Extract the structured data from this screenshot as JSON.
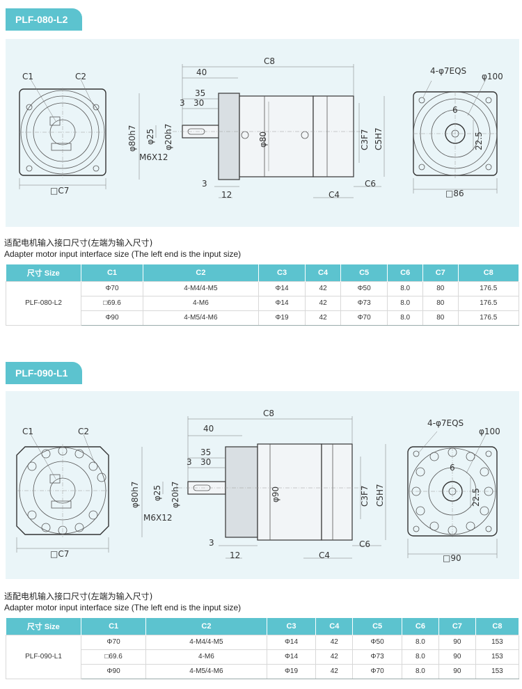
{
  "sections": [
    {
      "tab": "PLF-080-L2",
      "caption_cn": "适配电机输入接口尺寸(左端为输入尺寸)",
      "caption_en": "Adapter motor input interface size (The left end is the input size)",
      "drawing": {
        "left": {
          "c1": "C1",
          "c2": "C2",
          "c7": "□C7"
        },
        "side": {
          "c8": "C8",
          "d40": "40",
          "d35": "35",
          "d3a": "3",
          "d30": "30",
          "phi80h7": "φ80h7",
          "phi25": "φ25",
          "phi20h7": "φ20h7",
          "m6x12": "M6X12",
          "phi80": "φ80",
          "c3f7": "C3F7",
          "c5h7": "C5H7",
          "d3b": "3",
          "d12": "12",
          "c4": "C4",
          "c6": "C6"
        },
        "right": {
          "eqs": "4-φ7EQS",
          "phi100": "φ100",
          "d6": "6",
          "d225": "22.5",
          "sq": "□86"
        }
      },
      "table": {
        "headers": [
          "尺寸 Size",
          "C1",
          "C2",
          "C3",
          "C4",
          "C5",
          "C6",
          "C7",
          "C8"
        ],
        "model": "PLF-080-L2",
        "rows": [
          [
            "Φ70",
            "4-M4/4-M5",
            "Φ14",
            "42",
            "Φ50",
            "8.0",
            "80",
            "176.5"
          ],
          [
            "□69.6",
            "4-M6",
            "Φ14",
            "42",
            "Φ73",
            "8.0",
            "80",
            "176.5"
          ],
          [
            "Φ90",
            "4-M5/4-M6",
            "Φ19",
            "42",
            "Φ70",
            "8.0",
            "80",
            "176.5"
          ]
        ]
      }
    },
    {
      "tab": "PLF-090-L1",
      "caption_cn": "适配电机输入接口尺寸(左端为输入尺寸)",
      "caption_en": "Adapter motor input interface size (The left end is the input size)",
      "drawing": {
        "left": {
          "c1": "C1",
          "c2": "C2",
          "c7": "□C7"
        },
        "side": {
          "c8": "C8",
          "d40": "40",
          "d35": "35",
          "d3a": "3",
          "d30": "30",
          "phi80h7": "φ80h7",
          "phi25": "φ25",
          "phi20h7": "φ20h7",
          "m6x12": "M6X12",
          "phi80": "φ90",
          "c3f7": "C3F7",
          "c5h7": "C5H7",
          "d3b": "3",
          "d12": "12",
          "c4": "C4",
          "c6": "C6"
        },
        "right": {
          "eqs": "4-φ7EQS",
          "phi100": "φ100",
          "d6": "6",
          "d225": "22.5",
          "sq": "□90"
        }
      },
      "table": {
        "headers": [
          "尺寸 Size",
          "C1",
          "C2",
          "C3",
          "C4",
          "C5",
          "C6",
          "C7",
          "C8"
        ],
        "model": "PLF-090-L1",
        "rows": [
          [
            "Φ70",
            "4-M4/4-M5",
            "Φ14",
            "42",
            "Φ50",
            "8.0",
            "90",
            "153"
          ],
          [
            "□69.6",
            "4-M6",
            "Φ14",
            "42",
            "Φ73",
            "8.0",
            "90",
            "153"
          ],
          [
            "Φ90",
            "4-M5/4-M6",
            "Φ19",
            "42",
            "Φ70",
            "8.0",
            "90",
            "153"
          ]
        ]
      }
    }
  ]
}
